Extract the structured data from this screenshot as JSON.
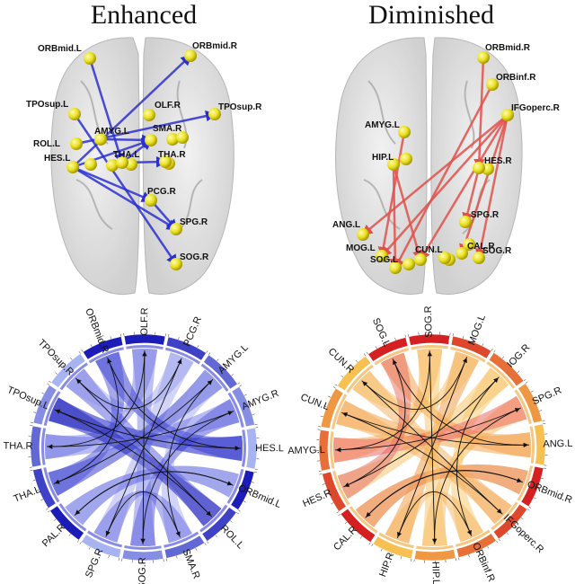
{
  "panels": {
    "left_title": "Enhanced",
    "right_title": "Diminished"
  },
  "colors": {
    "enhanced_arrow": "#2b2fd0",
    "diminished_arrow": "#e0504a",
    "node": "#e8e020",
    "brain": "#d9d9d9",
    "enhanced_ring_dark": "#1c1cb8",
    "enhanced_ring_light": "#a8b4f0",
    "diminished_ring_dark": "#d42020",
    "diminished_ring_light": "#f7c050"
  },
  "enhanced_brain": {
    "nodes": [
      {
        "label": "ORBmid.L"
      },
      {
        "label": "ORBmid.R"
      },
      {
        "label": "TPOsup.L"
      },
      {
        "label": "OLF.R"
      },
      {
        "label": "TPOsup.R"
      },
      {
        "label": "AMYG.L"
      },
      {
        "label": "SMA.R"
      },
      {
        "label": "ROL.L"
      },
      {
        "label": "HES.L"
      },
      {
        "label": "THA.L"
      },
      {
        "label": "THA.R"
      },
      {
        "label": "PCG.R"
      },
      {
        "label": "SPG.R"
      },
      {
        "label": "SOG.R"
      }
    ]
  },
  "diminished_brain": {
    "nodes": [
      {
        "label": "ORBmid.R"
      },
      {
        "label": "ORBinf.R"
      },
      {
        "label": "IFGoperc.R"
      },
      {
        "label": "AMYG.L"
      },
      {
        "label": "HIP.L"
      },
      {
        "label": "HES.R"
      },
      {
        "label": "ANG.L"
      },
      {
        "label": "SPG.R"
      },
      {
        "label": "MOG.L"
      },
      {
        "label": "SOG.L"
      },
      {
        "label": "CUN.L"
      },
      {
        "label": "CAL.R"
      },
      {
        "label": "SOG.R"
      }
    ]
  },
  "enhanced_chord": {
    "segments": [
      "OLF.R",
      "PCG.R",
      "AMYG.L",
      "AMYG.R",
      "HES.L",
      "ORBmid.L",
      "ROL.L",
      "SMA.R",
      "SOG.R",
      "SPG.R",
      "PAL.R",
      "THA.L",
      "THA.R",
      "TPOsup.L",
      "TPOsup.R",
      "ORBmid.R"
    ]
  },
  "diminished_chord": {
    "segments": [
      "SOG.R",
      "MOG.L",
      "IOG.R",
      "SPG.R",
      "ANG.L",
      "ORBmid.R",
      "IFGoperc.R",
      "ORBinf.R",
      "HIP.L",
      "HIP.R",
      "CAL.R",
      "HES.R",
      "AMYG.L",
      "CUN.L",
      "CUN.R",
      "SOG.L"
    ]
  }
}
